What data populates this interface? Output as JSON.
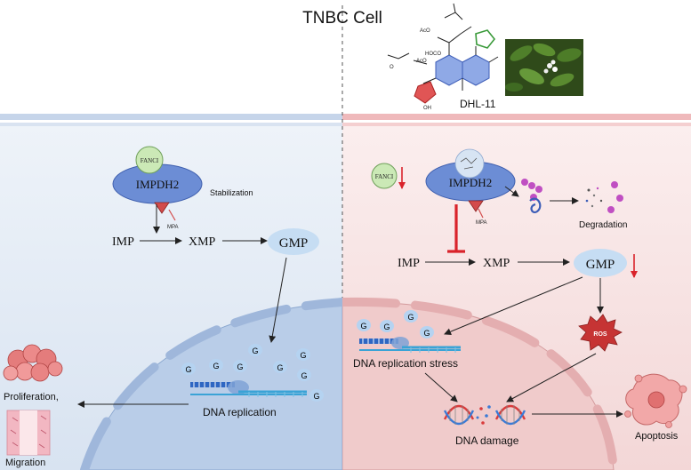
{
  "title": "TNBC Cell",
  "compound": {
    "name": "DHL-11"
  },
  "left_panel": {
    "fanci": "FANCI",
    "impdh2": "IMPDH2",
    "stabilization": "Stabilization",
    "mpa": "MPA",
    "imp": "IMP",
    "xmp": "XMP",
    "gmp": "GMP",
    "g_label": "G",
    "dna_replication": "DNA replication",
    "proliferation": "Proliferation,",
    "migration": "Migration"
  },
  "right_panel": {
    "fanci": "FANCI",
    "impdh2": "IMPDH2",
    "mpa": "MPA",
    "degradation": "Degradation",
    "imp": "IMP",
    "xmp": "XMP",
    "gmp": "GMP",
    "g_label": "G",
    "ros": "ROS",
    "dna_replication_stress": "DNA replication stress",
    "dna_damage": "DNA damage",
    "apoptosis": "Apoptosis"
  },
  "colors": {
    "left_bg": "#dde6f2",
    "right_bg": "#f6dcdc",
    "nucleus_left": "#bcd0ea",
    "nucleus_right": "#efc9c9",
    "impdh2": "#6d8fd6",
    "fanci": "#c9e8b4",
    "gmp": "#c7def4",
    "g_bubble": "#b6d4f2",
    "inhibit": "#e03a3a",
    "ros": "#c63434",
    "degradation": "#c04fc2"
  }
}
